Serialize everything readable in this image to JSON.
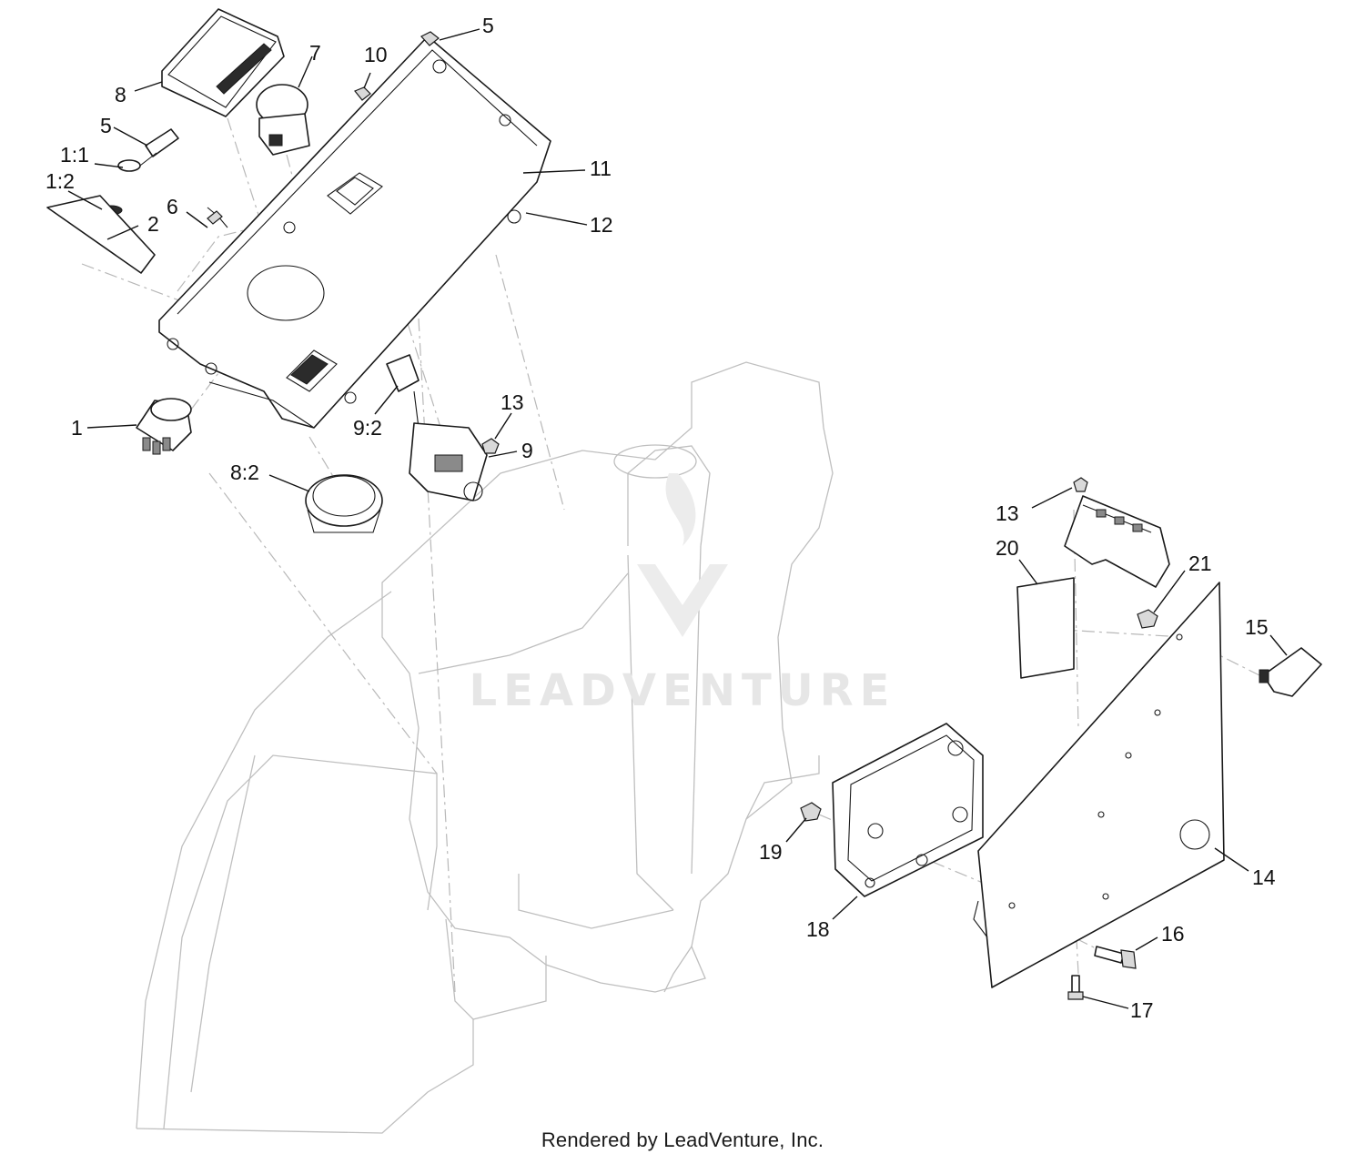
{
  "diagram": {
    "callouts": [
      {
        "id": "c-5-top",
        "text": "5"
      },
      {
        "id": "c-7",
        "text": "7"
      },
      {
        "id": "c-10",
        "text": "10"
      },
      {
        "id": "c-8",
        "text": "8"
      },
      {
        "id": "c-5-left",
        "text": "5"
      },
      {
        "id": "c-1-1",
        "text": "1:1"
      },
      {
        "id": "c-1-2",
        "text": "1:2"
      },
      {
        "id": "c-2",
        "text": "2"
      },
      {
        "id": "c-6",
        "text": "6"
      },
      {
        "id": "c-11",
        "text": "11"
      },
      {
        "id": "c-12",
        "text": "12"
      },
      {
        "id": "c-1",
        "text": "1"
      },
      {
        "id": "c-13-top",
        "text": "13"
      },
      {
        "id": "c-9-2",
        "text": "9:2"
      },
      {
        "id": "c-9",
        "text": "9"
      },
      {
        "id": "c-8-2",
        "text": "8:2"
      },
      {
        "id": "c-13-right",
        "text": "13"
      },
      {
        "id": "c-20",
        "text": "20"
      },
      {
        "id": "c-21",
        "text": "21"
      },
      {
        "id": "c-15",
        "text": "15"
      },
      {
        "id": "c-19",
        "text": "19"
      },
      {
        "id": "c-14",
        "text": "14"
      },
      {
        "id": "c-18",
        "text": "18"
      },
      {
        "id": "c-16",
        "text": "16"
      },
      {
        "id": "c-17",
        "text": "17"
      }
    ]
  },
  "watermark": {
    "text": "LEADVENTURE"
  },
  "footer": {
    "text": "Rendered by LeadVenture, Inc."
  },
  "colors": {
    "line": "#1a1a1a",
    "ghost": "#bfbfbf",
    "watermark": "#e6e6e6",
    "background": "#ffffff"
  }
}
